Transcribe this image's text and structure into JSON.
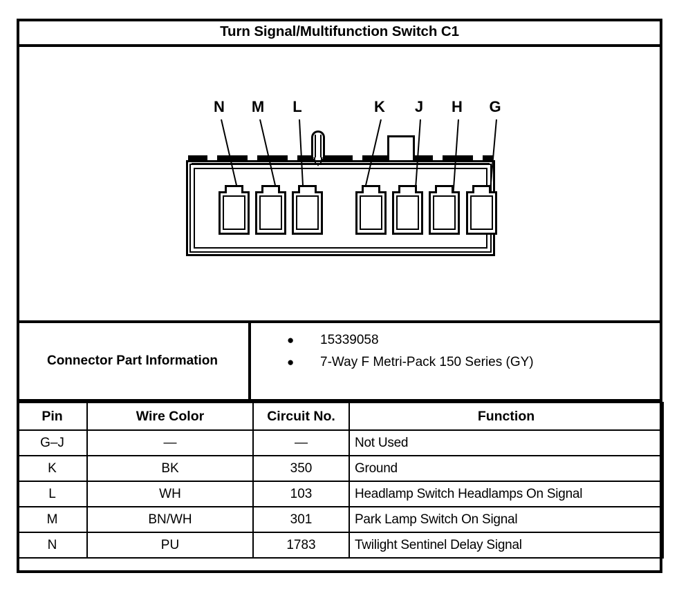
{
  "title": "Turn Signal/Multifunction Switch C1",
  "connector": {
    "name": "connector-face-view",
    "cavity_count": 7,
    "pin_labels": [
      "N",
      "M",
      "L",
      "K",
      "J",
      "H",
      "G"
    ],
    "latch_tabs": [
      "rounded-latch-tab",
      "rectangular-latch-tab"
    ]
  },
  "part_info": {
    "label": "Connector Part Information",
    "items": [
      "15339058",
      "7-Way F Metri-Pack 150 Series (GY)"
    ],
    "bullet": "●"
  },
  "pin_table": {
    "headers": [
      "Pin",
      "Wire Color",
      "Circuit No.",
      "Function"
    ],
    "rows": [
      {
        "pin": "G–J",
        "wire_color": "—",
        "circuit_no": "—",
        "function": "Not Used"
      },
      {
        "pin": "K",
        "wire_color": "BK",
        "circuit_no": "350",
        "function": "Ground"
      },
      {
        "pin": "L",
        "wire_color": "WH",
        "circuit_no": "103",
        "function": "Headlamp Switch Headlamps On Signal"
      },
      {
        "pin": "M",
        "wire_color": "BN/WH",
        "circuit_no": "301",
        "function": "Park Lamp Switch On Signal"
      },
      {
        "pin": "N",
        "wire_color": "PU",
        "circuit_no": "1783",
        "function": "Twilight Sentinel Delay Signal"
      }
    ]
  },
  "colors": {
    "ink": "#000000",
    "paper": "#ffffff"
  }
}
